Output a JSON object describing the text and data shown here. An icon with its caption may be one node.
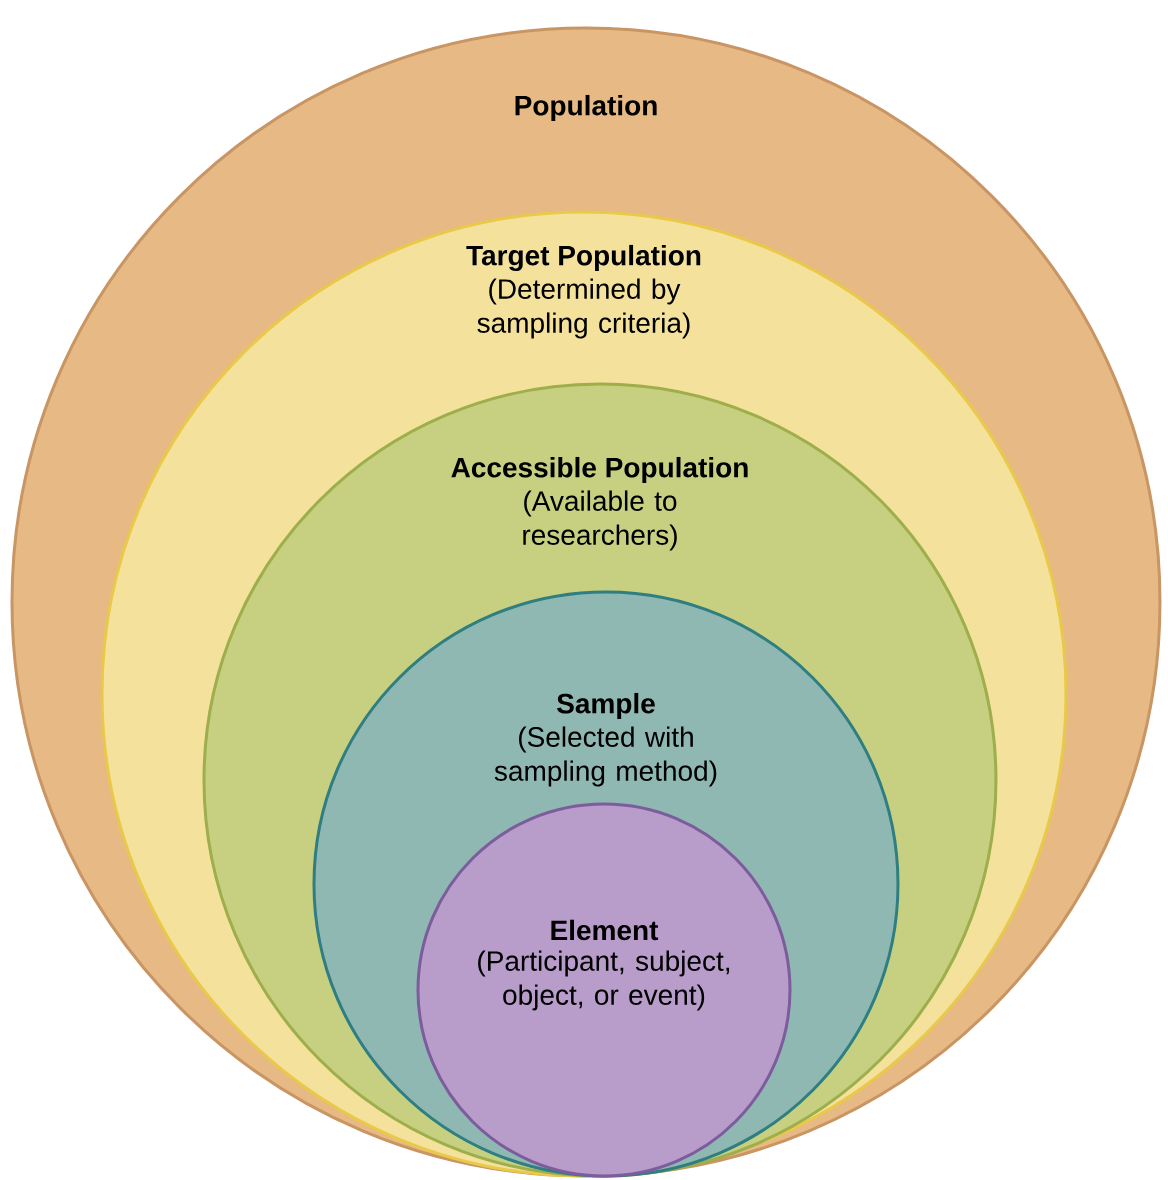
{
  "diagram": {
    "nodes": [
      {
        "text": [
          "Population"
        ]
      },
      {
        "text": [
          "Target Population",
          "(Determined by sampling criteria)"
        ],
        "in": 0
      },
      {
        "text": [
          "Accessible Population",
          "(Available to researchers)"
        ],
        "in": 1
      },
      {
        "text": [
          "Sample",
          "(Selected with sampling method)"
        ],
        "in": 2
      },
      {
        "text": [
          "Element",
          "(Participant, subject, object, or event)"
        ],
        "in": 3
      }
    ]
  }
}
